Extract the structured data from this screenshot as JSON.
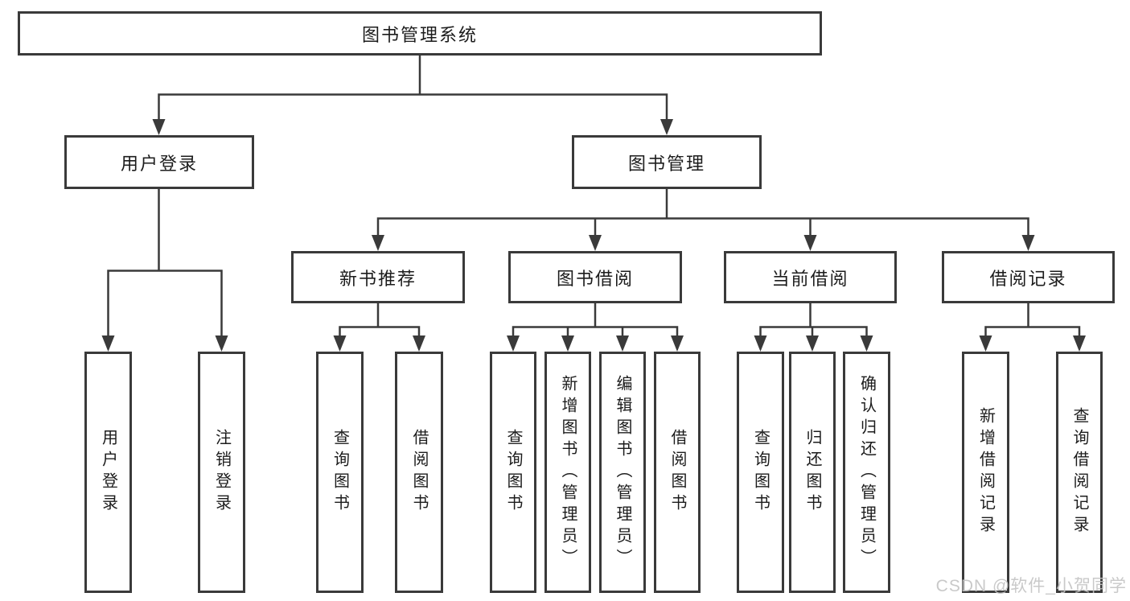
{
  "diagram": {
    "type": "hierarchy-tree",
    "tree": {
      "label": "图书管理系统",
      "children": [
        {
          "label": "用户登录",
          "children": [
            {
              "label": "用户登录"
            },
            {
              "label": "注销登录"
            }
          ]
        },
        {
          "label": "图书管理",
          "children": [
            {
              "label": "新书推荐",
              "children": [
                {
                  "label": "查询图书"
                },
                {
                  "label": "借阅图书"
                }
              ]
            },
            {
              "label": "图书借阅",
              "children": [
                {
                  "label": "查询图书"
                },
                {
                  "label": "新增图书（管理员）"
                },
                {
                  "label": "编辑图书（管理员）"
                },
                {
                  "label": "借阅图书"
                }
              ]
            },
            {
              "label": "当前借阅",
              "children": [
                {
                  "label": "查询图书"
                },
                {
                  "label": "归还图书"
                },
                {
                  "label": "确认归还（管理员）"
                }
              ]
            },
            {
              "label": "借阅记录",
              "children": [
                {
                  "label": "新增借阅记录"
                },
                {
                  "label": "查询借阅记录"
                }
              ]
            }
          ]
        }
      ]
    }
  },
  "watermark": {
    "text": "CSDN @软件_小贺同学"
  },
  "colors": {
    "background": "#ffffff",
    "line": "#3a3a3a",
    "box_border": "#3a3a3a",
    "box_fill": "#ffffff",
    "text": "#1c1c1c",
    "watermark": "#c3c3c3"
  }
}
